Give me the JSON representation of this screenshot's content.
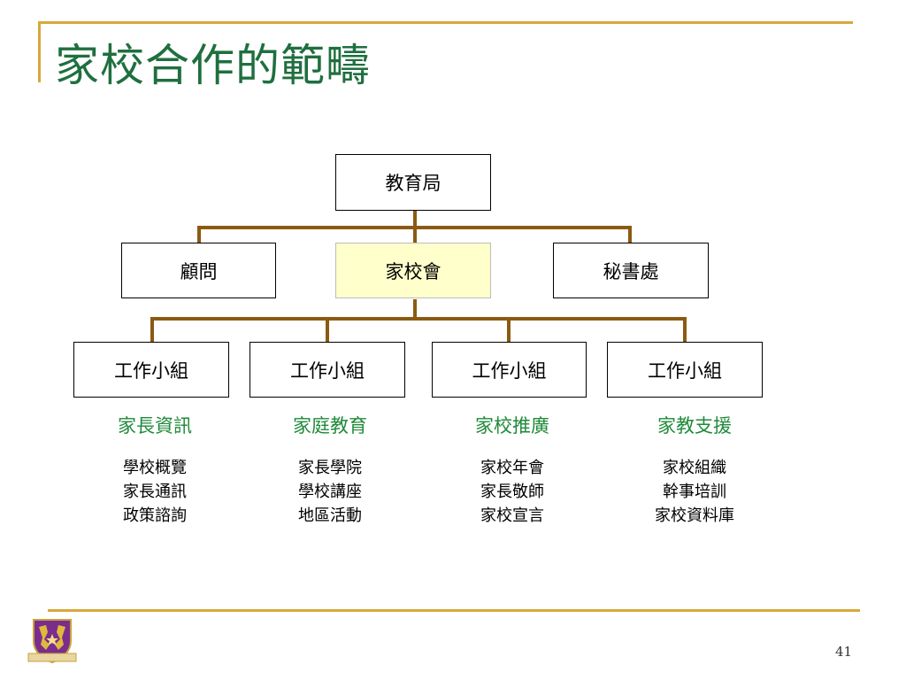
{
  "slide": {
    "title": "家校合作的範疇",
    "page_number": "41"
  },
  "org": {
    "root": "教育局",
    "level2": [
      "顧問",
      "家校會",
      "秘書處"
    ],
    "groups": [
      {
        "box": "工作小組",
        "area": "家長資訊",
        "items": [
          "學校概覽",
          "家長通訊",
          "政策諮詢"
        ]
      },
      {
        "box": "工作小組",
        "area": "家庭教育",
        "items": [
          "家長學院",
          "學校講座",
          "地區活動"
        ]
      },
      {
        "box": "工作小組",
        "area": "家校推廣",
        "items": [
          "家校年會",
          "家長敬師",
          "家校宣言"
        ]
      },
      {
        "box": "工作小組",
        "area": "家教支援",
        "items": [
          "家校組織",
          "幹事培訓",
          "家校資料庫"
        ]
      }
    ]
  },
  "colors": {
    "title": "#1f6f3f",
    "area_label": "#1f8a3a",
    "connector": "#8b5a12",
    "accent_line": "#d6a93a",
    "highlight_fill": "#ffffcc"
  },
  "icons": {
    "logo": "university-crest-icon"
  }
}
